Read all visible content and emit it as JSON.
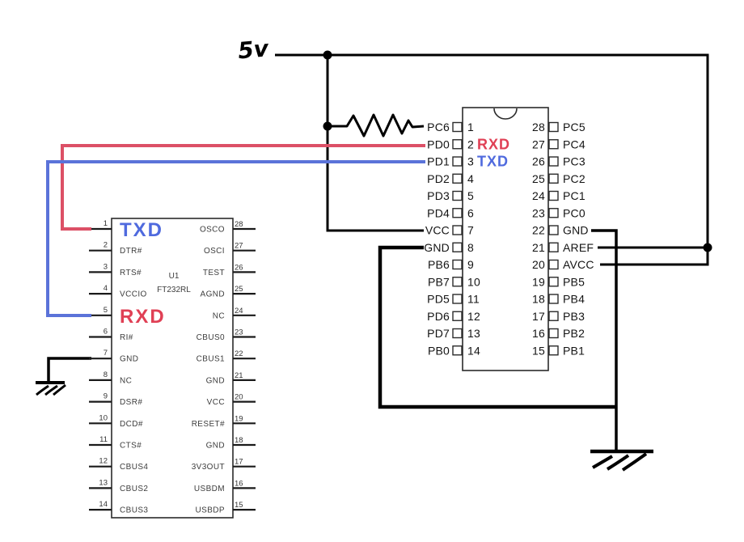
{
  "power": {
    "label": "5v"
  },
  "colors": {
    "wire_black": "#000000",
    "wire_red": "#dc5066",
    "wire_blue": "#5b73d9",
    "text_red": "#e04055",
    "text_blue": "#4f6ade",
    "chip_border": "#2b2b2b"
  },
  "left_chip": {
    "refdes": "U1",
    "part": "FT232RL",
    "left_pins": [
      {
        "num": "1",
        "label": "TXD",
        "style": "blue-big"
      },
      {
        "num": "2",
        "label": "DTR#"
      },
      {
        "num": "3",
        "label": "RTS#"
      },
      {
        "num": "4",
        "label": "VCCIO"
      },
      {
        "num": "5",
        "label": "RXD",
        "style": "red-big"
      },
      {
        "num": "6",
        "label": "RI#"
      },
      {
        "num": "7",
        "label": "GND"
      },
      {
        "num": "8",
        "label": "NC"
      },
      {
        "num": "9",
        "label": "DSR#"
      },
      {
        "num": "10",
        "label": "DCD#"
      },
      {
        "num": "11",
        "label": "CTS#"
      },
      {
        "num": "12",
        "label": "CBUS4"
      },
      {
        "num": "13",
        "label": "CBUS2"
      },
      {
        "num": "14",
        "label": "CBUS3"
      }
    ],
    "right_pins": [
      {
        "num": "28",
        "label": "OSCO"
      },
      {
        "num": "27",
        "label": "OSCI"
      },
      {
        "num": "26",
        "label": "TEST"
      },
      {
        "num": "25",
        "label": "AGND"
      },
      {
        "num": "24",
        "label": "NC"
      },
      {
        "num": "23",
        "label": "CBUS0"
      },
      {
        "num": "22",
        "label": "CBUS1"
      },
      {
        "num": "21",
        "label": "GND"
      },
      {
        "num": "20",
        "label": "VCC"
      },
      {
        "num": "19",
        "label": "RESET#"
      },
      {
        "num": "18",
        "label": "GND"
      },
      {
        "num": "17",
        "label": "3V3OUT"
      },
      {
        "num": "16",
        "label": "USBDM"
      },
      {
        "num": "15",
        "label": "USBDP"
      }
    ]
  },
  "right_chip": {
    "left_pins": [
      {
        "num": "1",
        "label": "PC6"
      },
      {
        "num": "2",
        "label": "PD0",
        "annotation": "RXD",
        "annotation_color": "red"
      },
      {
        "num": "3",
        "label": "PD1",
        "annotation": "TXD",
        "annotation_color": "blue"
      },
      {
        "num": "4",
        "label": "PD2"
      },
      {
        "num": "5",
        "label": "PD3"
      },
      {
        "num": "6",
        "label": "PD4"
      },
      {
        "num": "7",
        "label": "VCC"
      },
      {
        "num": "8",
        "label": "GND"
      },
      {
        "num": "9",
        "label": "PB6"
      },
      {
        "num": "10",
        "label": "PB7"
      },
      {
        "num": "11",
        "label": "PD5"
      },
      {
        "num": "12",
        "label": "PD6"
      },
      {
        "num": "13",
        "label": "PD7"
      },
      {
        "num": "14",
        "label": "PB0"
      }
    ],
    "right_pins": [
      {
        "num": "28",
        "label": "PC5"
      },
      {
        "num": "27",
        "label": "PC4"
      },
      {
        "num": "26",
        "label": "PC3"
      },
      {
        "num": "25",
        "label": "PC2"
      },
      {
        "num": "24",
        "label": "PC1"
      },
      {
        "num": "23",
        "label": "PC0"
      },
      {
        "num": "22",
        "label": "GND"
      },
      {
        "num": "21",
        "label": "AREF"
      },
      {
        "num": "20",
        "label": "AVCC"
      },
      {
        "num": "19",
        "label": "PB5"
      },
      {
        "num": "18",
        "label": "PB4"
      },
      {
        "num": "17",
        "label": "PB3"
      },
      {
        "num": "16",
        "label": "PB2"
      },
      {
        "num": "15",
        "label": "PB1"
      }
    ]
  }
}
